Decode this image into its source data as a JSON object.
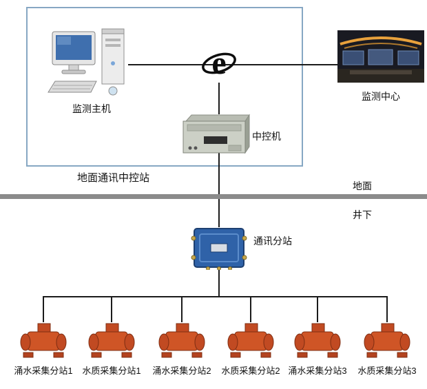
{
  "diagram": {
    "ground_station_label": "地面通讯中控站",
    "monitor_host_label": "监测主机",
    "monitor_center_label": "监测中心",
    "control_machine_label": "中控机",
    "surface_label": "地面",
    "underground_label": "井下",
    "comm_substation_label": "通讯分站",
    "devices": [
      {
        "label": "涌水采集分站1"
      },
      {
        "label": "水质采集分站1"
      },
      {
        "label": "涌水采集分站2"
      },
      {
        "label": "水质采集分站2"
      },
      {
        "label": "涌水采集分站3"
      },
      {
        "label": "水质采集分站3"
      }
    ],
    "colors": {
      "box_border": "#86a7c3",
      "divider": "#8b8b8b",
      "line": "#1a1a1a",
      "device_orange": "#cf5526",
      "junction_blue": "#2f62a8"
    }
  }
}
